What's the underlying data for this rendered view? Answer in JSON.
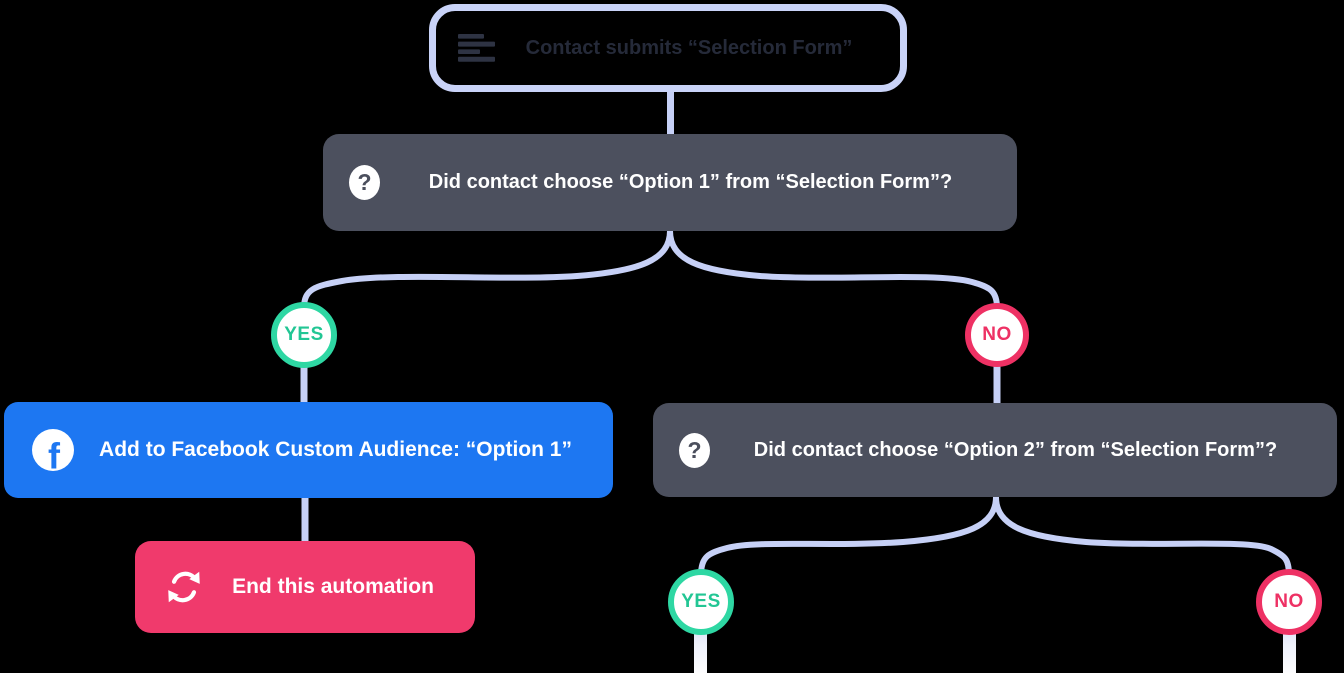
{
  "flow": {
    "trigger": {
      "label": "Contact submits “Selection Form”"
    },
    "condition1": {
      "label": "Did contact choose “Option 1” from “Selection Form”?",
      "yes": "YES",
      "no": "NO"
    },
    "facebook_action": {
      "label": "Add to Facebook Custom Audience: “Option 1”"
    },
    "condition2": {
      "label": "Did contact choose “Option 2” from “Selection Form”?",
      "yes": "YES",
      "no": "NO"
    },
    "end_action": {
      "label": "End this automation"
    }
  },
  "icons": {
    "question_glyph": "?",
    "facebook_glyph": "f"
  },
  "colors": {
    "background": "#000000",
    "connector_lavender": "#c6d0f6",
    "node_dark": "#4c505e",
    "facebook_blue": "#1d77f2",
    "end_pink": "#f03a6c",
    "yes_green": "#2ed7a3",
    "no_pink": "#ee3164",
    "trigger_outline": "#c9d3f8"
  }
}
